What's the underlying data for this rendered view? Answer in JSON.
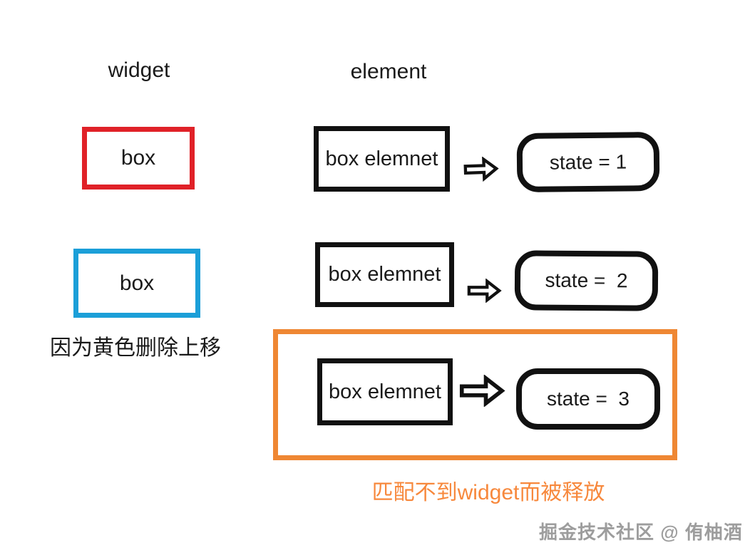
{
  "headers": {
    "widget": "widget",
    "element": "element"
  },
  "rows": [
    {
      "widget_label": "box",
      "widget_border_color": "#e02128",
      "element_label": "box elemnet",
      "state_label": "state = 1"
    },
    {
      "widget_label": "box",
      "widget_border_color": "#1b9fd8",
      "element_label": "box elemnet",
      "state_label": "state =  2"
    },
    {
      "element_label": "box elemnet",
      "state_label": "state =  3"
    }
  ],
  "captions": {
    "blue_box_note": "因为黄色删除上移",
    "released_note": "匹配不到widget而被释放"
  },
  "colors": {
    "red": "#e02128",
    "blue": "#1b9fd8",
    "orange": "#ef8733",
    "orange_text": "#f7883c",
    "ink": "#111111",
    "watermark_gray": "#9d9d9d"
  },
  "icons": {
    "arrow_right": "hollow-right-block-arrow"
  },
  "watermark": "掘金技术社区 @ 侑柚酒"
}
